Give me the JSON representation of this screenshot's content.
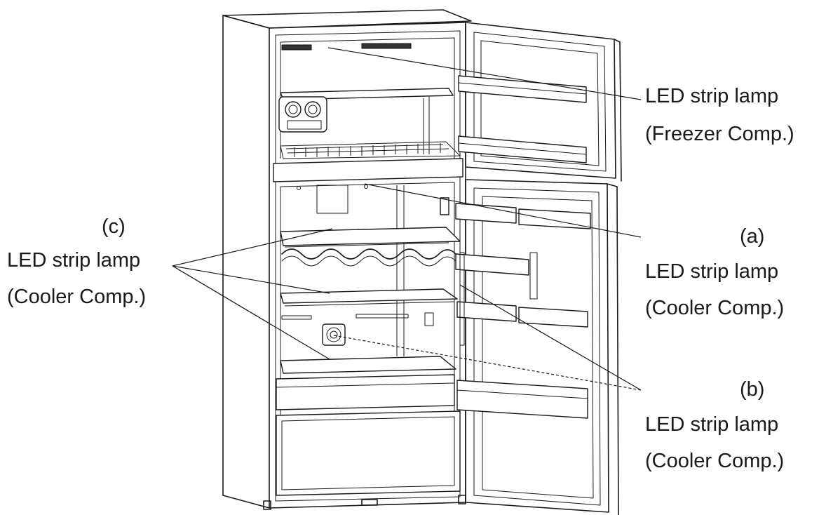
{
  "callouts": {
    "freezer": {
      "line1": "LED strip lamp",
      "line2": "(Freezer Comp.)"
    },
    "a": {
      "tag": "(a)",
      "line1": "LED strip lamp",
      "line2": "(Cooler Comp.)"
    },
    "b": {
      "tag": "(b)",
      "line1": "LED strip lamp",
      "line2": "(Cooler Comp.)"
    },
    "c": {
      "tag": "(c)",
      "line1": "LED strip lamp",
      "line2": "(Cooler Comp.)"
    }
  },
  "colors": {
    "ink": "#1a1a1a",
    "background": "#ffffff"
  }
}
